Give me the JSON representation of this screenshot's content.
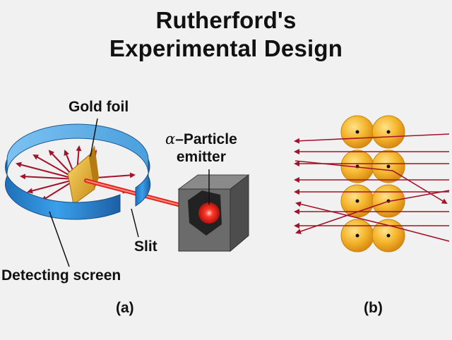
{
  "title": {
    "line1": "Rutherford's",
    "line2": "Experimental Design"
  },
  "labels": {
    "gold_foil": "Gold foil",
    "alpha_symbol": "α",
    "alpha_rest": "–Particle",
    "emitter": "emitter",
    "slit": "Slit",
    "detecting_screen": "Detecting screen",
    "panel_a": "(a)",
    "panel_b": "(b)"
  },
  "colors": {
    "screen_blue": "#2f8fd8",
    "ray_red": "#a4122a",
    "beam_red": "#e0241e",
    "foil_gold": "#e8b33a",
    "nucleus_gold": "#f0b02a",
    "box_gray": "#6b6b6b"
  }
}
